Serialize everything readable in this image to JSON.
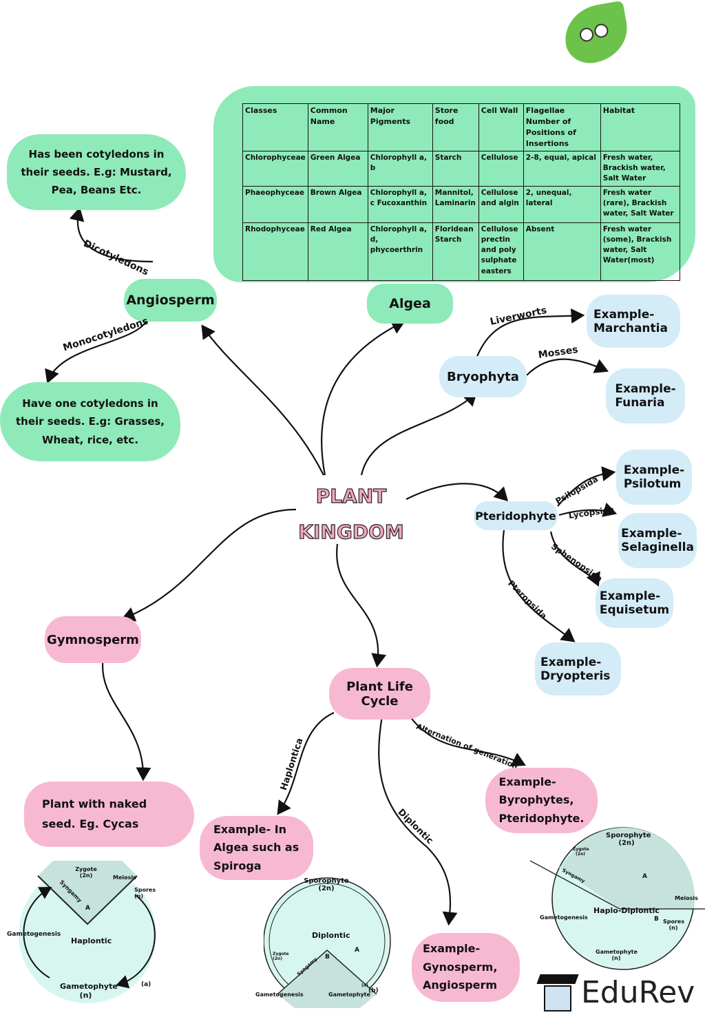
{
  "title": {
    "line1": "PLANT",
    "line2": "KINGDOM"
  },
  "algae_table": {
    "headers": [
      "Classes",
      "Common Name",
      "Major Pigments",
      "Store food",
      "Cell Wall",
      "Flagellae Number of Positions of Insertions",
      "Habitat"
    ],
    "rows": [
      [
        "Chlorophyceae",
        "Green Algea",
        "Chlorophyll a, b",
        "Starch",
        "Cellulose",
        "2-8, equal, apical",
        "Fresh water, Brackish water, Salt Water"
      ],
      [
        "Phaeophyceae",
        "Brown Algea",
        "Chlorophyll a, c Fucoxanthin",
        "Mannitol, Laminarin",
        "Cellulose and algin",
        "2, unequal, lateral",
        "Fresh water (rare), Brackish water, Salt Water"
      ],
      [
        "Rhodophyceae",
        "Red Algea",
        "Chlorophyll a, d, phycoerthrin",
        "Floridean Starch",
        "Cellulose prectin and poly sulphate easters",
        "Absent",
        "Fresh water (some), Brackish water, Salt Water(most)"
      ]
    ]
  },
  "nodes": {
    "angiosperm": "Angiosperm",
    "dicot_label": "Dicotyledons",
    "dicot_text": "Has been cotyledons in their seeds. E.g: Mustard, Pea, Beans Etc.",
    "monocot_label": "Monocotyledons",
    "monocot_text": "Have one cotyledons in their seeds. E.g: Grasses, Wheat, rice, etc.",
    "algea": "Algea",
    "bryophyta": "Bryophyta",
    "liverworts": "Liverworts",
    "mosses": "Mosses",
    "marchantia": "Example- Marchantia",
    "funaria": "Example- Funaria",
    "pteridophyte": "Pteridophyte",
    "psilopsida": "Psilopsida",
    "lycopsida": "Lycopsida",
    "sphenopsida": "Sphenopsida",
    "pteropsida": "Pteropsida",
    "psilotum": "Example- Psilotum",
    "selaginella": "Example- Selaginella",
    "equisetum": "Example- Equisetum",
    "dryopteris": "Example- Dryopteris",
    "gymnosperm": "Gymnosperm",
    "naked_seed": "Plant with naked seed. Eg. Cycas",
    "life_cycle": "Plant Life Cycle",
    "haplontic_label": "Haplontica",
    "diplontic_label": "Diplontic",
    "alternation_label": "Alternation of generation",
    "spiroga": "Example- In Algea such as Spiroga",
    "gymno_angio": "Example- Gynosperm, Angiosperm",
    "byro_pterido": "Example- Byrophytes, Pteridophyte."
  },
  "diagrams": {
    "haplontic": {
      "zygote": "Zygote (2n)",
      "meiosis": "Meiosis",
      "spores": "Spores (n)",
      "syngamy": "Syngamy",
      "a": "A",
      "gametogenesis": "Gametogenesis",
      "center": "Haplontic",
      "gametophyte": "Gametophyte (n)",
      "tag": "(a)"
    },
    "diplontic": {
      "sporophyte": "Sporophyte (2n)",
      "center": "Diplontic",
      "a": "A",
      "b": "B",
      "zygote": "Zygote (2n)",
      "syngamy": "Syngamy",
      "gametogenesis": "Gametogenesis",
      "gametophyte": "Gametophyte",
      "n": "(n)",
      "tag": "(b)"
    },
    "haplo_diplontic": {
      "zygote": "Zygote (2n)",
      "sporophyte": "Sporophyte (2n)",
      "syngamy": "Syngamy",
      "a": "A",
      "meiosis": "Meiosis",
      "center": "Haplo-Diplontic",
      "gametogenesis": "Gametogenesis",
      "b": "B",
      "spores": "Spores (n)",
      "gametophyte": "Gametophyte (n)"
    }
  },
  "brand": {
    "name": "EduRev"
  },
  "colors": {
    "green": "#8eeab8",
    "blue": "#d3ecf7",
    "pink": "#f7b8d2"
  }
}
